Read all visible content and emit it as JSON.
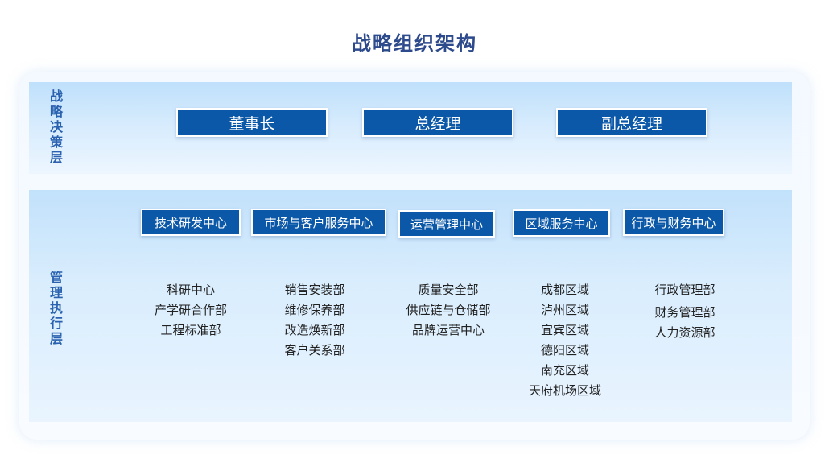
{
  "title": "战略组织架构",
  "strategy_layer": {
    "label": "战略决策层",
    "roles": [
      "董事长",
      "总经理",
      "副总经理"
    ]
  },
  "management_layer": {
    "label": "管理执行层",
    "centers": [
      {
        "name": "技术研发中心",
        "units": [
          "科研中心",
          "产学研合作部",
          "工程标准部"
        ]
      },
      {
        "name": "市场与客户服务中心",
        "units": [
          "销售安装部",
          "维修保养部",
          "改造焕新部",
          "客户关系部"
        ]
      },
      {
        "name": "运营管理中心",
        "units": [
          "质量安全部",
          "供应链与仓储部",
          "品牌运营中心"
        ]
      },
      {
        "name": "区域服务中心",
        "units": [
          "成都区域",
          "泸州区域",
          "宜宾区域",
          "德阳区域",
          "南充区域",
          "天府机场区域"
        ]
      },
      {
        "name": "行政与财务中心",
        "units": [
          "行政管理部",
          "财务管理部",
          "人力资源部"
        ]
      }
    ]
  }
}
